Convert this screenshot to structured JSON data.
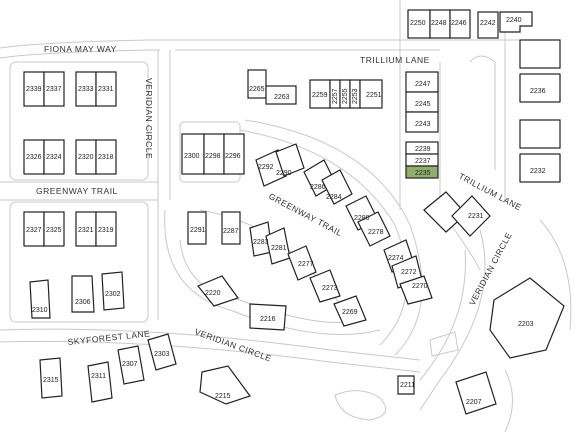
{
  "map": {
    "highlight_color": "#8fb06b",
    "streets": {
      "fiona_may_way": "FIONA MAY WAY",
      "trillium_lane_top": "TRILLIUM LANE",
      "trillium_lane_right": "TRILLIUM LANE",
      "veridian_circle_left": "VERIDIAN CIRCLE",
      "veridian_circle_bottom": "VERIDIAN CIRCLE",
      "veridian_circle_right": "VERIDIAN CIRCLE",
      "greenway_trail_left": "GREENWAY TRAIL",
      "greenway_trail_curve": "GREENWAY TRAIL",
      "skyforest_lane": "SKYFOREST LANE"
    },
    "lots": {
      "l2250": "2250",
      "l2248": "2248",
      "l2246": "2246",
      "l2242": "2242",
      "l2240": "2240",
      "l2339": "2339",
      "l2337": "2337",
      "l2333": "2333",
      "l2331": "2331",
      "l2326": "2326",
      "l2324": "2324",
      "l2320": "2320",
      "l2318": "2318",
      "l2327": "2327",
      "l2325": "2325",
      "l2321": "2321",
      "l2319": "2319",
      "l2310": "2310",
      "l2306": "2306",
      "l2302": "2302",
      "l2315": "2315",
      "l2311": "2311",
      "l2307": "2307",
      "l2303": "2303",
      "l2265": "2265",
      "l2263": "2263",
      "l2259": "2259",
      "l2257": "2257",
      "l2255": "2255",
      "l2253": "2253",
      "l2251": "2251",
      "l2247": "2247",
      "l2245": "2245",
      "l2243": "2243",
      "l2239": "2239",
      "l2237": "2237",
      "l2235": "2235",
      "l2236": "2236",
      "l2232": "2232",
      "l2300": "2300",
      "l2298": "2298",
      "l2296": "2296",
      "l2292": "2292",
      "l2290": "2290",
      "l2286": "2286",
      "l2284": "2284",
      "l2280": "2280",
      "l2278": "2278",
      "l2274": "2274",
      "l2272": "2272",
      "l2270": "2270",
      "l2231": "2231",
      "l2291": "2291",
      "l2287": "2287",
      "l2283": "2283",
      "l2281": "2281",
      "l2277": "2277",
      "l2273": "2273",
      "l2269": "2269",
      "l2220": "2220",
      "l2216": "2216",
      "l2215": "2215",
      "l2211": "2211",
      "l2207": "2207",
      "l2203": "2203"
    }
  }
}
